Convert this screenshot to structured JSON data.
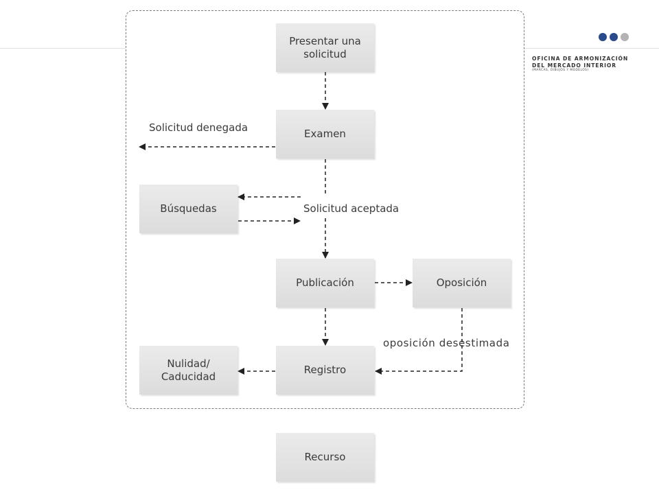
{
  "boxes": {
    "presentar": "Presentar una\nsolicitud",
    "examen": "Examen",
    "busquedas": "Búsquedas",
    "publicacion": "Publicación",
    "oposicion": "Oposición",
    "registro": "Registro",
    "nulidad": "Nulidad/\nCaducidad",
    "recurso": "Recurso"
  },
  "labels": {
    "solicitud_denegada": "Solicitud denegada",
    "solicitud_aceptada": "Solicitud aceptada",
    "oposicion_desestimada": "oposición desestimada"
  },
  "logo": {
    "line1": "OFICINA DE ARMONIZACIÓN",
    "line2": "DEL MERCADO INTERIOR",
    "line3": "(MARCAS, DIBUJOS Y MODELOS)",
    "dot_colors": [
      "#2b4a8b",
      "#2b4a8b",
      "#b3b3b3"
    ]
  },
  "colors": {
    "box_fill": "#e4e4e4",
    "arrow": "#222222",
    "frame_border": "#7a7a7a"
  }
}
